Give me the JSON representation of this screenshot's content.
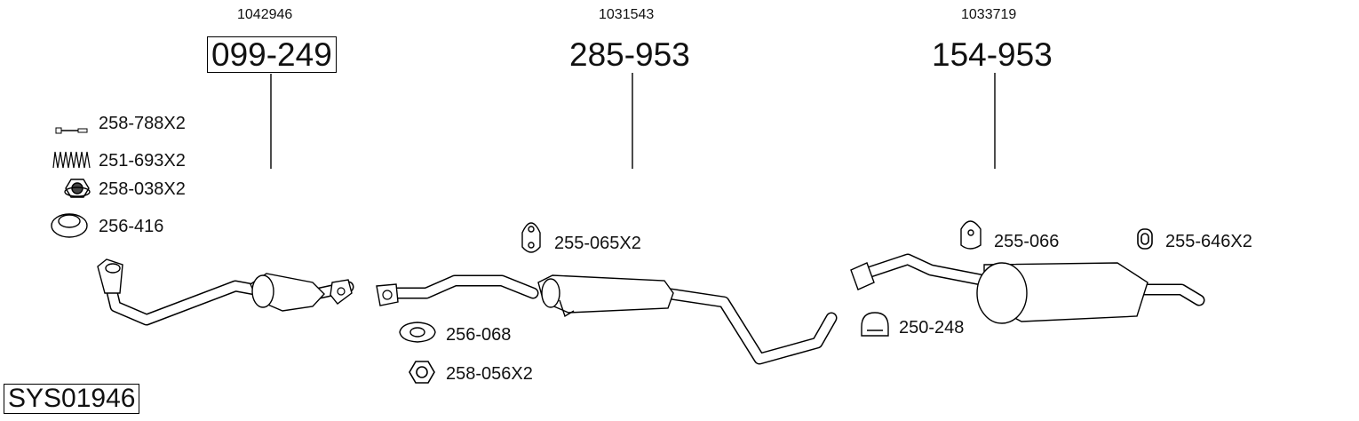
{
  "diagram_code": "SYS01946",
  "sections": [
    {
      "oe_number": "1042946",
      "part_number": "099-249"
    },
    {
      "oe_number": "1031543",
      "part_number": "285-953"
    },
    {
      "oe_number": "1033719",
      "part_number": "154-953"
    }
  ],
  "accessories": {
    "bolt": "258-788X2",
    "spring": "251-693X2",
    "nut_flange": "258-038X2",
    "ring_gasket": "256-416",
    "hanger_front": "255-065X2",
    "flange_gasket": "256-068",
    "hex_nut": "258-056X2",
    "hanger_rear": "255-066",
    "rubber_ring": "255-646X2",
    "clamp": "250-248"
  }
}
